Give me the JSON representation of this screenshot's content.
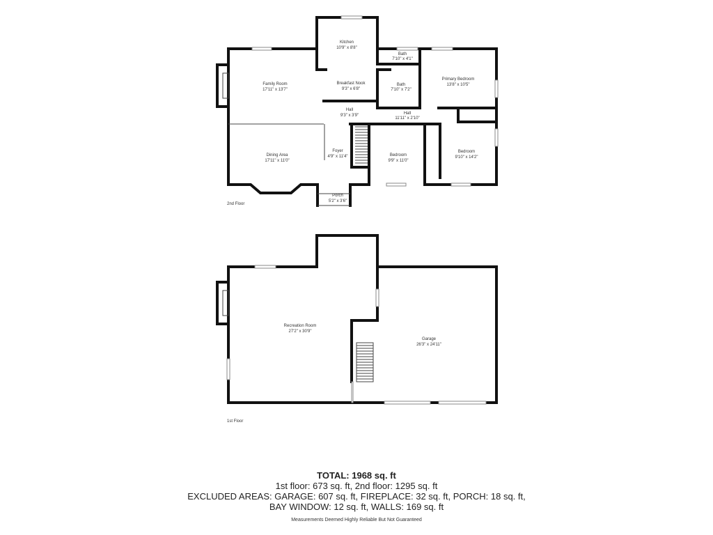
{
  "floors": {
    "second": {
      "label": "2nd Floor",
      "rooms": {
        "kitchen": {
          "name": "Kitchen",
          "dim": "10'9\" x 8'8\""
        },
        "breakfast_nook": {
          "name": "Breakfast Nook",
          "dim": "9'3\" x 6'8\""
        },
        "family_room": {
          "name": "Family Room",
          "dim": "17'11\" x 13'7\""
        },
        "bath_top": {
          "name": "Bath",
          "dim": "7'10\" x 4'1\""
        },
        "bath_mid": {
          "name": "Bath",
          "dim": "7'10\" x 7'2\""
        },
        "primary_bedroom": {
          "name": "Primary Bedroom",
          "dim": "13'8\" x 10'5\""
        },
        "hall_left": {
          "name": "Hall",
          "dim": "9'3\" x 3'9\""
        },
        "hall_right": {
          "name": "Hall",
          "dim": "11'11\" x 2'10\""
        },
        "dining_area": {
          "name": "Dining Area",
          "dim": "17'11\" x 11'0\""
        },
        "foyer": {
          "name": "Foyer",
          "dim": "4'9\" x 11'4\""
        },
        "bedroom_mid": {
          "name": "Bedroom",
          "dim": "9'9\" x 11'0\""
        },
        "bedroom_right": {
          "name": "Bedroom",
          "dim": "9'10\" x 14'2\""
        },
        "porch": {
          "name": "Porch",
          "dim": "5'2\" x 3'6\""
        }
      }
    },
    "first": {
      "label": "1st Floor",
      "rooms": {
        "recreation_room": {
          "name": "Recreation Room",
          "dim": "27'2\" x 30'9\""
        },
        "garage": {
          "name": "Garage",
          "dim": "26'3\" x 24'11\""
        }
      }
    }
  },
  "summary": {
    "total": "TOTAL: 1968 sq. ft",
    "line1": "1st floor: 673 sq. ft, 2nd floor: 1295 sq. ft",
    "line2": "EXCLUDED AREAS: GARAGE: 607 sq. ft, FIREPLACE: 32 sq. ft, PORCH: 18 sq. ft,",
    "line3": "BAY WINDOW: 12 sq. ft, WALLS: 169 sq. ft",
    "disclaimer": "Measurements Deemed Highly Reliable But Not Guaranteed"
  }
}
